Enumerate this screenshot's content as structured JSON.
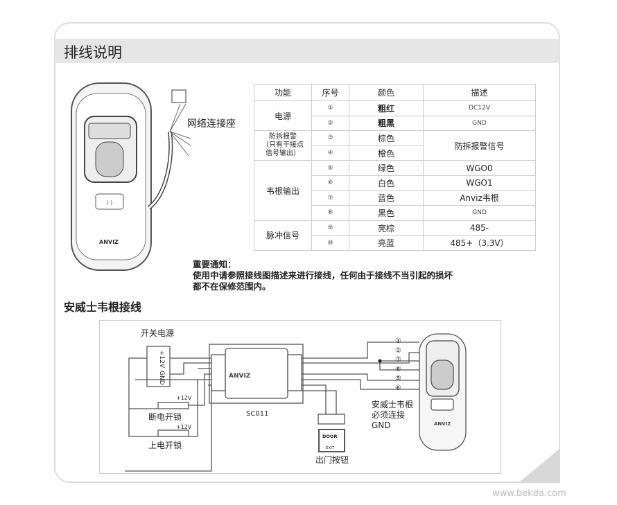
{
  "page_title": "排线说明",
  "connector_label": "网络连接座",
  "device_logo": "ANVIZ",
  "table": {
    "headers": [
      "功能",
      "序号",
      "颜色",
      "描述"
    ],
    "rows": [
      {
        "func": "电源",
        "num": "①",
        "color": "粗红",
        "desc": "DC12V"
      },
      {
        "func": "",
        "num": "②",
        "color": "粗黑",
        "desc": "GND"
      },
      {
        "func": "防拆报警（只有干接点信号输出）",
        "num": "③",
        "color": "棕色",
        "desc": "防拆报警信号"
      },
      {
        "func": "",
        "num": "④",
        "color": "橙色",
        "desc": ""
      },
      {
        "func": "韦根输出",
        "num": "⑤",
        "color": "绿色",
        "desc": "WGO0"
      },
      {
        "func": "",
        "num": "⑥",
        "color": "白色",
        "desc": "WGO1"
      },
      {
        "func": "",
        "num": "⑦",
        "color": "蓝色",
        "desc": "Anviz韦根"
      },
      {
        "func": "",
        "num": "⑧",
        "color": "黑色",
        "desc": "GND"
      },
      {
        "func": "脉冲信号",
        "num": "⑨",
        "color": "亮棕",
        "desc": "485-"
      },
      {
        "func": "",
        "num": "⑩",
        "color": "亮蓝",
        "desc": "485+（3.3V）"
      }
    ],
    "tamper_lines": [
      "防拆报警",
      "（只有干接点",
      "信号输出）"
    ]
  },
  "notice": {
    "title": "重要通知：",
    "line1": "使用中请参照接线图描述来进行接线，任何由于接线不当引起的损坏",
    "line2": "都不在保修范围内。"
  },
  "wiring_title": "安威士韦根接线",
  "diagram": {
    "power_label": "开关电源",
    "power_pins": [
      "+12V",
      "GND"
    ],
    "controller": "SC011",
    "controller_logo": "ANVIZ",
    "lock1": "断电开锁",
    "lock2": "上电开锁",
    "lock_voltage": "+12V",
    "exit_label": "出门按钮",
    "exit_button": [
      "DOOR",
      "EXIT"
    ],
    "wire_numbers": [
      "①",
      "②",
      "⑦",
      "⑧",
      "⑤",
      "⑥"
    ],
    "note": [
      "安威士韦根",
      "必须连接",
      "GND"
    ],
    "reader_logo": "ANVIZ"
  },
  "watermark": "www.bekda.com"
}
